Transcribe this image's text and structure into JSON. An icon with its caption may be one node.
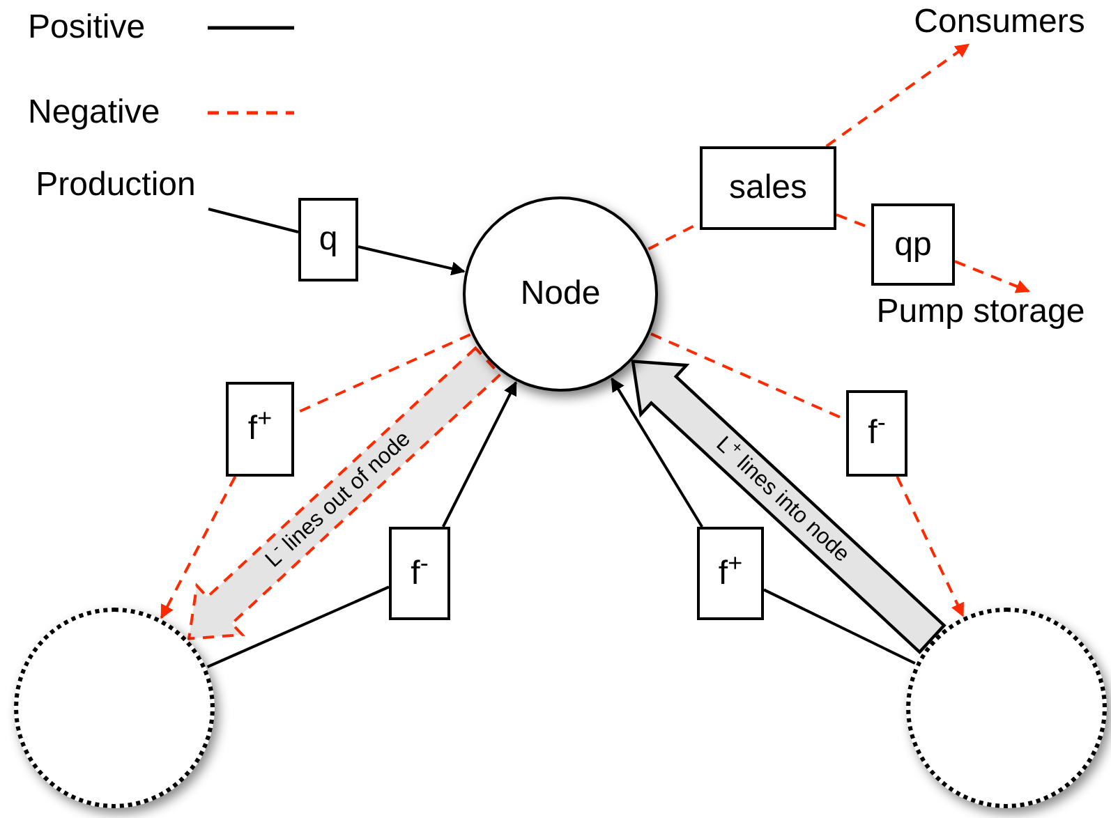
{
  "diagram": {
    "nodes": [
      {
        "text": [
          "Production"
        ]
      },
      {
        "text": [
          "q"
        ]
      },
      {
        "text": [
          "Node"
        ]
      },
      {
        "text": [
          "sales"
        ]
      },
      {
        "text": [
          "qp"
        ]
      },
      {
        "text": [
          "Consumers"
        ]
      },
      {
        "text": [
          "Pump storage"
        ]
      },
      {
        "text": [
          "f$^{+}$"
        ]
      },
      {
        "text": [
          "f$^{-}$"
        ]
      },
      {
        "text": [],
        "shape": "circle"
      },
      {
        "text": [
          "f$^{+}$"
        ]
      },
      {
        "text": [
          "f$^{-}$"
        ]
      },
      {
        "text": [],
        "shape": "circle"
      }
    ],
    "edges": [
      {
        "from": 0,
        "to": 1,
        "arrow": "none",
        "color": "#000000"
      },
      {
        "from": 1,
        "to": 2,
        "arrow": "to",
        "color": "#000000"
      },
      {
        "from": 2,
        "to": 3,
        "arrow": "none",
        "style": "dashed",
        "color": "#ff2a00"
      },
      {
        "from": 3,
        "to": 5,
        "arrow": "to",
        "style": "dashed",
        "color": "#ff2a00"
      },
      {
        "from": 3,
        "to": 4,
        "arrow": "none",
        "style": "dashed",
        "color": "#ff2a00"
      },
      {
        "from": 4,
        "to": 6,
        "arrow": "to",
        "style": "dashed",
        "color": "#ff2a00"
      },
      {
        "from": 2,
        "to": 7,
        "arrow": "none",
        "style": "dashed",
        "color": "#ff2a00"
      },
      {
        "from": 7,
        "to": 9,
        "arrow": "to",
        "style": "dashed",
        "color": "#ff2a00"
      },
      {
        "from": 9,
        "to": 8,
        "arrow": "none",
        "color": "#000000"
      },
      {
        "from": 8,
        "to": 2,
        "arrow": "to",
        "color": "#000000"
      },
      {
        "from": 12,
        "to": 10,
        "arrow": "none",
        "color": "#000000"
      },
      {
        "from": 10,
        "to": 2,
        "arrow": "to",
        "color": "#000000"
      },
      {
        "from": 2,
        "to": 11,
        "arrow": "none",
        "style": "dashed",
        "color": "#ff2a00"
      },
      {
        "from": 11,
        "to": 12,
        "arrow": "to",
        "style": "dashed",
        "color": "#ff2a00"
      },
      {
        "from": 2,
        "to": 9,
        "arrow": "to",
        "label": "L$^{-}$ lines out of node",
        "style": "dashed",
        "color": "#ff2a00"
      },
      {
        "from": 12,
        "to": 2,
        "arrow": "to",
        "label": "L$^{+}$ lines into node",
        "style": "thick",
        "color": "#000000"
      }
    ],
    "legend": [
      {
        "text": "Positive"
      },
      {
        "text": "Negative"
      }
    ]
  }
}
